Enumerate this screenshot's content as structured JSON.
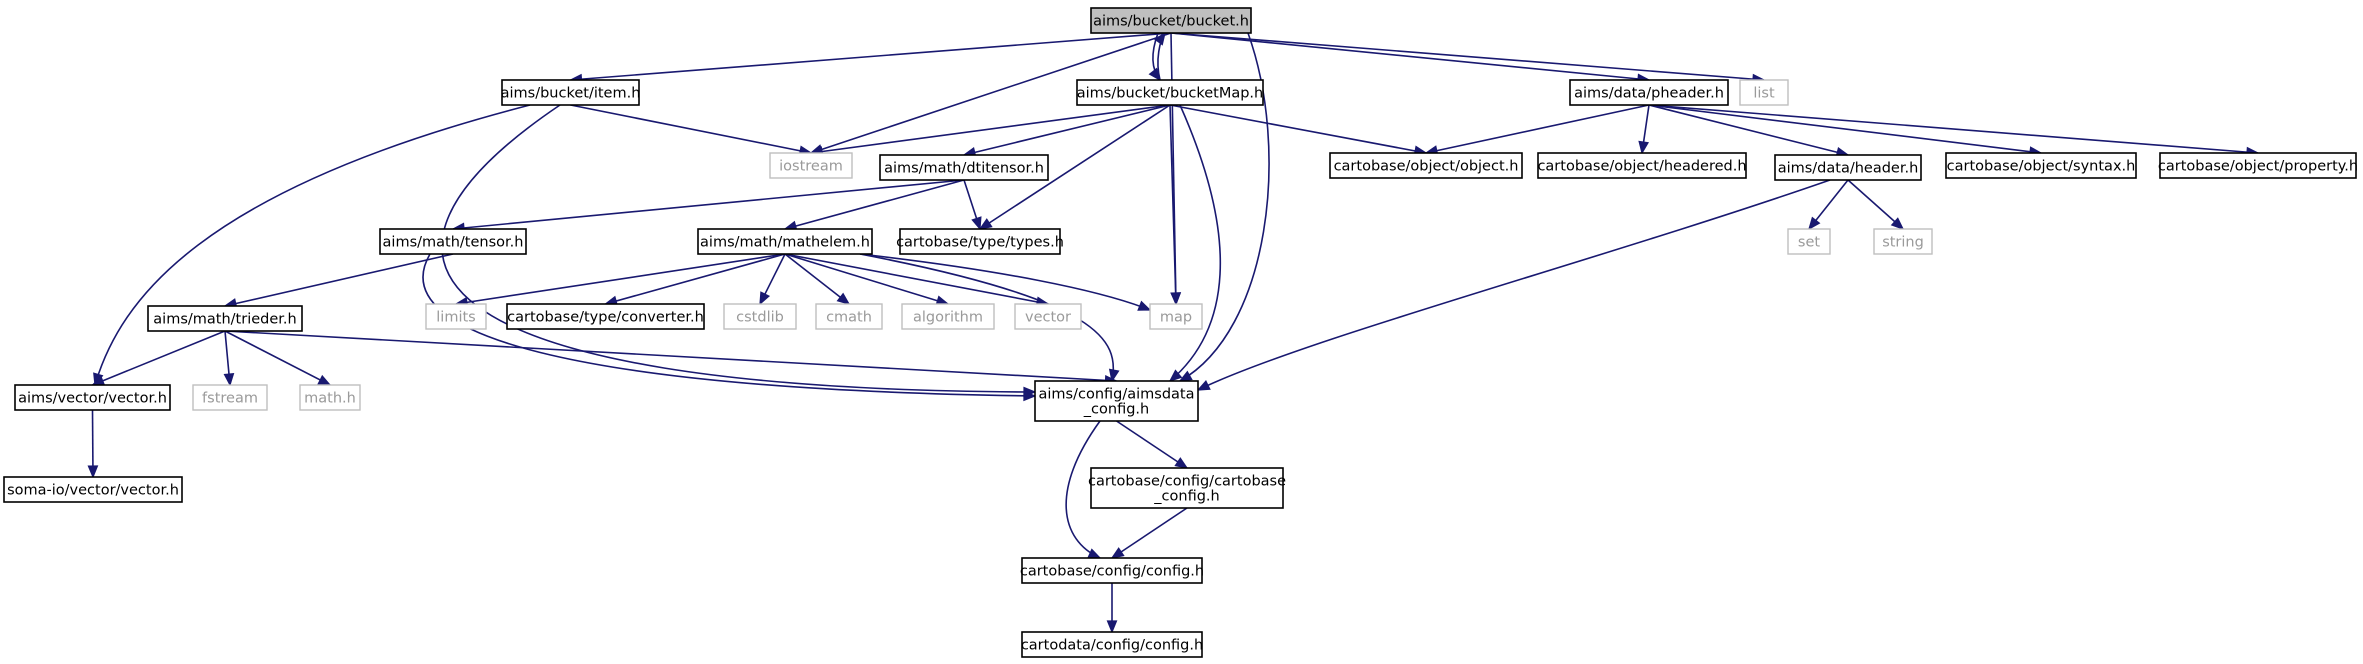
{
  "graph": {
    "nodes": {
      "bucket_h": {
        "label": [
          "aims/bucket/bucket.h"
        ],
        "kind": "current"
      },
      "item_h": {
        "label": [
          "aims/bucket/item.h"
        ],
        "kind": "documented"
      },
      "iostream": {
        "label": [
          "iostream"
        ],
        "kind": "external"
      },
      "bucketMap_h": {
        "label": [
          "aims/bucket/bucketMap.h"
        ],
        "kind": "documented"
      },
      "pheader_h": {
        "label": [
          "aims/data/pheader.h"
        ],
        "kind": "documented"
      },
      "list": {
        "label": [
          "list"
        ],
        "kind": "external"
      },
      "dtitensor_h": {
        "label": [
          "aims/math/dtitensor.h"
        ],
        "kind": "documented"
      },
      "object_h": {
        "label": [
          "cartobase/object/object.h"
        ],
        "kind": "documented"
      },
      "headered_h": {
        "label": [
          "cartobase/object/headered.h"
        ],
        "kind": "documented"
      },
      "header_h": {
        "label": [
          "aims/data/header.h"
        ],
        "kind": "documented"
      },
      "syntax_h": {
        "label": [
          "cartobase/object/syntax.h"
        ],
        "kind": "documented"
      },
      "property_h": {
        "label": [
          "cartobase/object/property.h"
        ],
        "kind": "documented"
      },
      "tensor_h": {
        "label": [
          "aims/math/tensor.h"
        ],
        "kind": "documented"
      },
      "mathelem_h": {
        "label": [
          "aims/math/mathelem.h"
        ],
        "kind": "documented"
      },
      "types_h": {
        "label": [
          "cartobase/type/types.h"
        ],
        "kind": "documented"
      },
      "set": {
        "label": [
          "set"
        ],
        "kind": "external"
      },
      "string": {
        "label": [
          "string"
        ],
        "kind": "external"
      },
      "trieder_h": {
        "label": [
          "aims/math/trieder.h"
        ],
        "kind": "documented"
      },
      "limits": {
        "label": [
          "limits"
        ],
        "kind": "external"
      },
      "converter_h": {
        "label": [
          "cartobase/type/converter.h"
        ],
        "kind": "documented"
      },
      "cstdlib": {
        "label": [
          "cstdlib"
        ],
        "kind": "external"
      },
      "cmath": {
        "label": [
          "cmath"
        ],
        "kind": "external"
      },
      "algorithm": {
        "label": [
          "algorithm"
        ],
        "kind": "external"
      },
      "vector": {
        "label": [
          "vector"
        ],
        "kind": "external"
      },
      "map": {
        "label": [
          "map"
        ],
        "kind": "external"
      },
      "aimsvector_h": {
        "label": [
          "aims/vector/vector.h"
        ],
        "kind": "documented"
      },
      "fstream": {
        "label": [
          "fstream"
        ],
        "kind": "external"
      },
      "math_h": {
        "label": [
          "math.h"
        ],
        "kind": "external"
      },
      "aimsdata_config_h": {
        "label": [
          "aims/config/aimsdata",
          "_config.h"
        ],
        "kind": "documented"
      },
      "somaio_vector_h": {
        "label": [
          "soma-io/vector/vector.h"
        ],
        "kind": "documented"
      },
      "cartobase_config_h": {
        "label": [
          "cartobase/config/cartobase",
          "_config.h"
        ],
        "kind": "documented"
      },
      "config_h": {
        "label": [
          "cartobase/config/config.h"
        ],
        "kind": "documented"
      },
      "cartodata_config_h": {
        "label": [
          "cartodata/config/config.h"
        ],
        "kind": "documented"
      }
    },
    "edges": [
      [
        "bucket_h",
        "item_h"
      ],
      [
        "bucket_h",
        "iostream"
      ],
      [
        "bucket_h",
        "bucketMap_h"
      ],
      [
        "bucket_h",
        "pheader_h"
      ],
      [
        "bucket_h",
        "list"
      ],
      [
        "bucket_h",
        "map"
      ],
      [
        "bucket_h",
        "aimsdata_config_h"
      ],
      [
        "bucketMap_h",
        "bucket_h"
      ],
      [
        "bucketMap_h",
        "iostream"
      ],
      [
        "bucketMap_h",
        "dtitensor_h"
      ],
      [
        "bucketMap_h",
        "object_h"
      ],
      [
        "bucketMap_h",
        "types_h"
      ],
      [
        "bucketMap_h",
        "map"
      ],
      [
        "bucketMap_h",
        "aimsdata_config_h"
      ],
      [
        "item_h",
        "iostream"
      ],
      [
        "item_h",
        "aimsvector_h"
      ],
      [
        "item_h",
        "aimsdata_config_h"
      ],
      [
        "pheader_h",
        "object_h"
      ],
      [
        "pheader_h",
        "headered_h"
      ],
      [
        "pheader_h",
        "header_h"
      ],
      [
        "pheader_h",
        "syntax_h"
      ],
      [
        "pheader_h",
        "property_h"
      ],
      [
        "header_h",
        "set"
      ],
      [
        "header_h",
        "string"
      ],
      [
        "header_h",
        "aimsdata_config_h"
      ],
      [
        "dtitensor_h",
        "tensor_h"
      ],
      [
        "dtitensor_h",
        "mathelem_h"
      ],
      [
        "dtitensor_h",
        "types_h"
      ],
      [
        "tensor_h",
        "trieder_h"
      ],
      [
        "tensor_h",
        "aimsdata_config_h"
      ],
      [
        "mathelem_h",
        "limits"
      ],
      [
        "mathelem_h",
        "converter_h"
      ],
      [
        "mathelem_h",
        "cstdlib"
      ],
      [
        "mathelem_h",
        "cmath"
      ],
      [
        "mathelem_h",
        "algorithm"
      ],
      [
        "mathelem_h",
        "vector"
      ],
      [
        "mathelem_h",
        "map"
      ],
      [
        "mathelem_h",
        "aimsdata_config_h"
      ],
      [
        "trieder_h",
        "aimsvector_h"
      ],
      [
        "trieder_h",
        "fstream"
      ],
      [
        "trieder_h",
        "math_h"
      ],
      [
        "trieder_h",
        "aimsdata_config_h"
      ],
      [
        "aimsvector_h",
        "somaio_vector_h"
      ],
      [
        "aimsdata_config_h",
        "cartobase_config_h"
      ],
      [
        "aimsdata_config_h",
        "config_h"
      ],
      [
        "cartobase_config_h",
        "config_h"
      ],
      [
        "config_h",
        "cartodata_config_h"
      ]
    ]
  }
}
